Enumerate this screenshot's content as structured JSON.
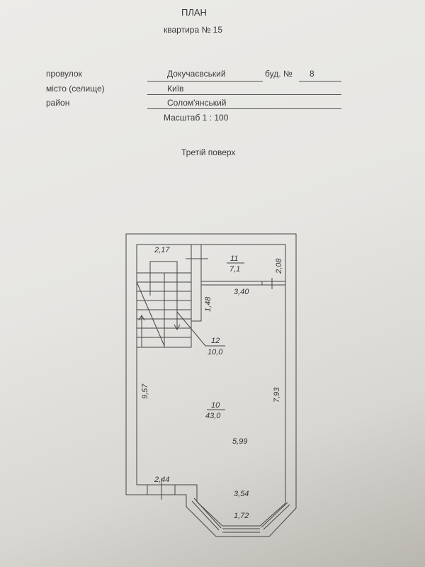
{
  "header": {
    "title": "ПЛАН",
    "subtitle": "квартира № 15"
  },
  "address": {
    "street_label": "провулок",
    "street_value": "Докучаєвський",
    "building_label": "буд. №",
    "building_value": "8",
    "city_label": "місто (селище)",
    "city_value": "Київ",
    "district_label": "район",
    "district_value": "Солом'янський",
    "scale": "Масштаб 1 : 100"
  },
  "floor": "Третій поверх",
  "plan": {
    "rooms": [
      {
        "number": "11",
        "area": "7,1"
      },
      {
        "number": "12",
        "area": "10,0"
      },
      {
        "number": "10",
        "area": "43,0"
      }
    ],
    "dimensions": [
      "2,17",
      "2,08",
      "3,40",
      "1,48",
      "9,57",
      "7,93",
      "5,99",
      "2,44",
      "3,54",
      "1,72"
    ]
  }
}
